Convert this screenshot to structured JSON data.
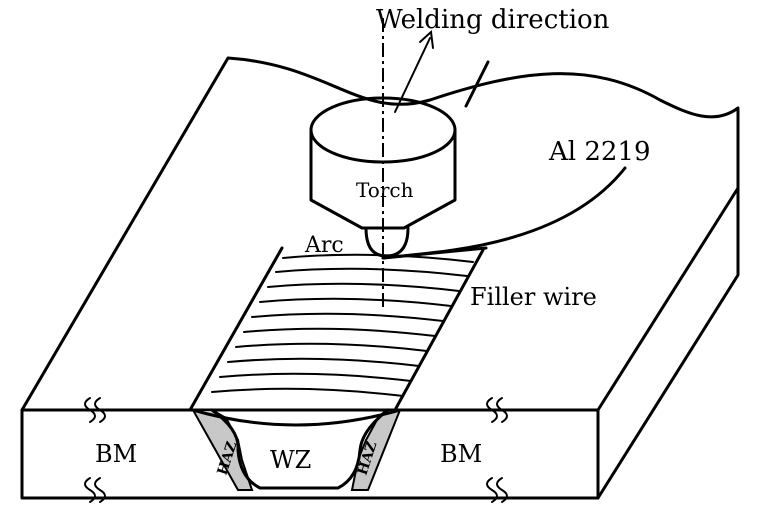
{
  "labels": {
    "welding_direction": "Welding direction",
    "alloy": "Al 2219",
    "torch": "Torch",
    "arc": "Arc",
    "filler_wire": "Filler wire",
    "bm_left": "BM",
    "bm_right": "BM",
    "wz": "WZ",
    "haz_left": "HAZ",
    "haz_right": "HAZ"
  },
  "colors": {
    "line": "#000000",
    "haz_fill": "#c8c8c8",
    "background": "#ffffff"
  }
}
